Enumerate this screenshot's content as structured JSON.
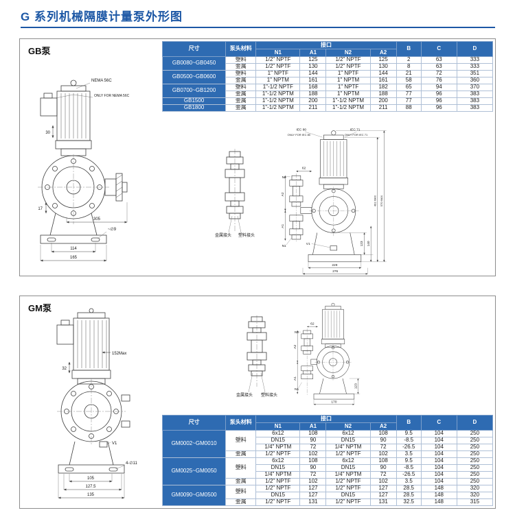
{
  "page": {
    "title": "G 系列机械隔膜计量泵外形图"
  },
  "colors": {
    "accent": "#1c57a5",
    "table_header_bg": "#2e6bb2",
    "line": "#3c3c3c"
  },
  "table_headers": {
    "size": "尺寸",
    "material": "泵头材料",
    "port": "接口",
    "n1": "N1",
    "a1": "A1",
    "n2": "N2",
    "a2": "A2",
    "b": "B",
    "c": "C",
    "d": "D"
  },
  "gb": {
    "label": "GB泵",
    "drawing": {
      "nema": "NEMA 56C",
      "only_nema": "ONLY FOR NEMA 56C",
      "dim_30": "30",
      "dim_17": "17",
      "dim_305": "305",
      "dim_114": "114",
      "dim_165": "165",
      "dia_9": "~∅9",
      "metal_fitting": "金属接头",
      "plastic_fitting": "塑料接头",
      "iec80": "IEC 80",
      "only_iec80": "ONLY FOR IEC 80",
      "iec71": "IEC 71",
      "only_iec71": "ONLY FOR IEC 71",
      "max_570": "570 MAX",
      "max_491": "491 MAX",
      "n1": "N1",
      "n2": "N2",
      "a1": "A1",
      "a2": "A2",
      "dim_62": "62",
      "dim_123": "123",
      "dim_140": "140",
      "dim_229": "229",
      "dim_276": "276",
      "v1": "V1"
    },
    "table": {
      "rows": [
        {
          "size": "GB0080~GB0450",
          "material": "塑料",
          "n1": "1/2\" NPTF",
          "a1": "125",
          "n2": "1/2\" NPTF",
          "a2": "125",
          "b": "2",
          "c": "63",
          "d": "333"
        },
        {
          "material": "金属",
          "n1": "1/2\" NPTF",
          "a1": "130",
          "n2": "1/2\" NPTF",
          "a2": "130",
          "b": "8",
          "c": "63",
          "d": "333"
        },
        {
          "size": "GB0500~GB0600",
          "material": "塑料",
          "n1": "1\" NPTF",
          "a1": "144",
          "n2": "1\" NPTF",
          "a2": "144",
          "b": "21",
          "c": "72",
          "d": "351"
        },
        {
          "material": "金属",
          "n1": "1\" NPTM",
          "a1": "161",
          "n2": "1\" NPTM",
          "a2": "161",
          "b": "58",
          "c": "76",
          "d": "360"
        },
        {
          "size": "GB0700~GB1200",
          "material": "塑料",
          "n1": "1\"-1/2 NPTF",
          "a1": "168",
          "n2": "1\" NPTF",
          "a2": "182",
          "b": "65",
          "c": "94",
          "d": "370"
        },
        {
          "material": "金属",
          "n1": "1\"-1/2 NPTM",
          "a1": "188",
          "n2": "1\" NPTM",
          "a2": "188",
          "b": "77",
          "c": "96",
          "d": "383"
        },
        {
          "size": "GB1500",
          "material": "金属",
          "n1": "1\"-1/2 NPTM",
          "a1": "200",
          "n2": "1\"-1/2 NPTM",
          "a2": "200",
          "b": "77",
          "c": "96",
          "d": "383"
        },
        {
          "size": "GB1800",
          "material": "金属",
          "n1": "1\"-1/2 NPTM",
          "a1": "211",
          "n2": "1\"-1/2 NPTM",
          "a2": "211",
          "b": "88",
          "c": "96",
          "d": "383"
        }
      ]
    }
  },
  "gm": {
    "label": "GM泵",
    "drawing": {
      "dim_152": "152Max",
      "dim_32": "32",
      "dim_105": "105",
      "dim_127_5": "127.5",
      "dim_135": "135",
      "holes": "4-∅11",
      "v1": "V1",
      "metal_fitting": "金属接头",
      "plastic_fitting": "塑料接头",
      "n1": "N1",
      "n2": "N2",
      "a1": "A1",
      "a2": "A2",
      "dim_62": "62",
      "dim_123": "123",
      "dim_170": "170"
    },
    "table": {
      "rows": [
        {
          "size": "GM0002~GM0010",
          "material": "塑料",
          "n1": "6x12",
          "a1": "108",
          "n2": "6x12",
          "a2": "108",
          "b": "9.5",
          "c": "104",
          "d": "250"
        },
        {
          "n1": "DN15",
          "a1": "90",
          "n2": "DN15",
          "a2": "90",
          "b": "-8.5",
          "c": "104",
          "d": "250"
        },
        {
          "n1": "1/4\" NPTM",
          "a1": "72",
          "n2": "1/4\" NPTM",
          "a2": "72",
          "b": "-26.5",
          "c": "104",
          "d": "250"
        },
        {
          "material": "金属",
          "n1": "1/2\" NPTF",
          "a1": "102",
          "n2": "1/2\" NPTF",
          "a2": "102",
          "b": "3.5",
          "c": "104",
          "d": "250"
        },
        {
          "size": "GM0025~GM0050",
          "material": "塑料",
          "n1": "6x12",
          "a1": "108",
          "n2": "6x12",
          "a2": "108",
          "b": "9.5",
          "c": "104",
          "d": "250"
        },
        {
          "n1": "DN15",
          "a1": "90",
          "n2": "DN15",
          "a2": "90",
          "b": "-8.5",
          "c": "104",
          "d": "250"
        },
        {
          "n1": "1/4\" NPTM",
          "a1": "72",
          "n2": "1/4\" NPTM",
          "a2": "72",
          "b": "-26.5",
          "c": "104",
          "d": "250"
        },
        {
          "material": "金属",
          "n1": "1/2\" NPTF",
          "a1": "102",
          "n2": "1/2\" NPTF",
          "a2": "102",
          "b": "3.5",
          "c": "104",
          "d": "250"
        },
        {
          "size": "GM0090~GM0500",
          "material": "塑料",
          "n1": "1/2\" NPTF",
          "a1": "127",
          "n2": "1/2\" NPTF",
          "a2": "127",
          "b": "28.5",
          "c": "148",
          "d": "320"
        },
        {
          "n1": "DN15",
          "a1": "127",
          "n2": "DN15",
          "a2": "127",
          "b": "28.5",
          "c": "148",
          "d": "320"
        },
        {
          "material": "金属",
          "n1": "1/2\" NPTF",
          "a1": "131",
          "n2": "1/2\" NPTF",
          "a2": "131",
          "b": "32.5",
          "c": "148",
          "d": "315"
        }
      ]
    }
  }
}
